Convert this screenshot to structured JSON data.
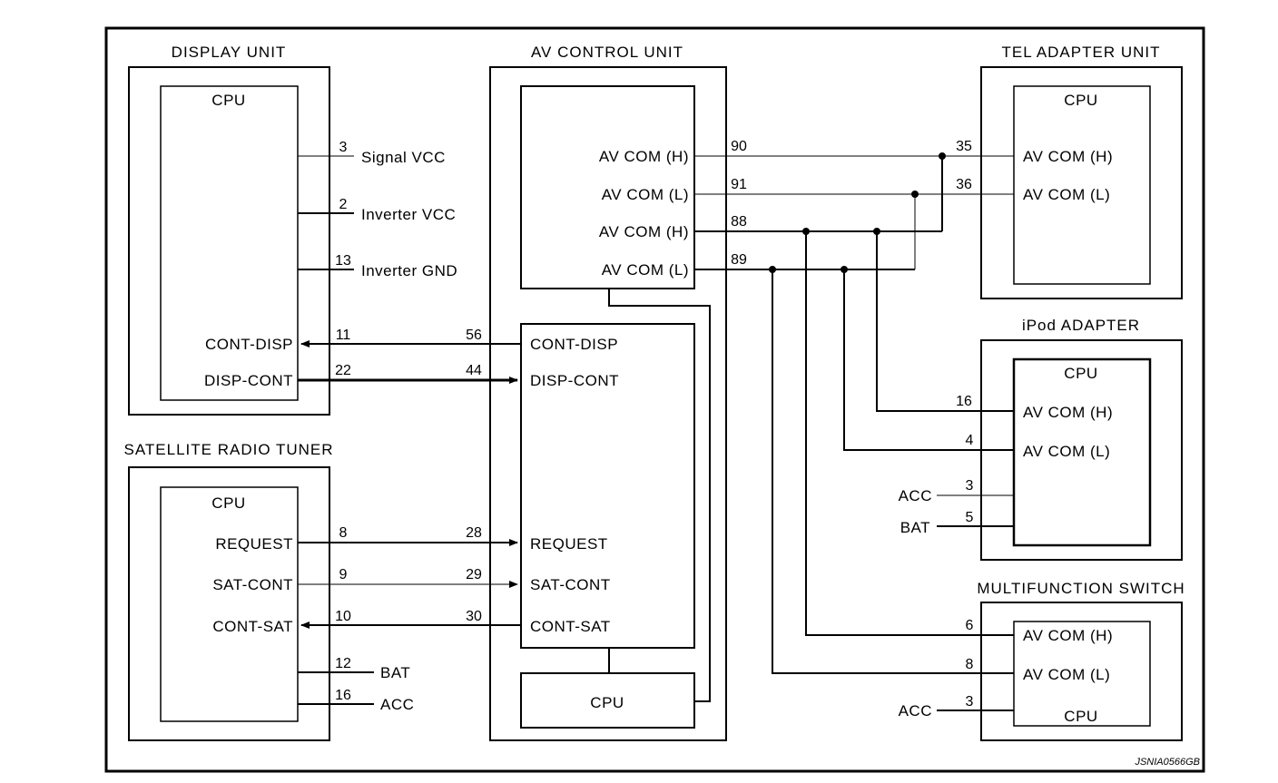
{
  "code": "JSNIA0566GB",
  "display_unit": {
    "title": "DISPLAY UNIT",
    "cpu": "CPU",
    "pins": [
      {
        "num": "3",
        "label": "Signal VCC"
      },
      {
        "num": "2",
        "label": "Inverter VCC"
      },
      {
        "num": "13",
        "label": "Inverter GND"
      },
      {
        "num": "11",
        "label": "CONT-DISP"
      },
      {
        "num": "22",
        "label": "DISP-CONT"
      }
    ]
  },
  "satellite": {
    "title": "SATELLITE RADIO TUNER",
    "cpu": "CPU",
    "pins": [
      {
        "num": "8",
        "label": "REQUEST"
      },
      {
        "num": "9",
        "label": "SAT-CONT"
      },
      {
        "num": "10",
        "label": "CONT-SAT"
      },
      {
        "num": "12",
        "label": "BAT"
      },
      {
        "num": "16",
        "label": "ACC"
      }
    ]
  },
  "av_control": {
    "title": "AV CONTROL UNIT",
    "cpu": "CPU",
    "com_pins": [
      {
        "num": "90",
        "label": "AV COM (H)"
      },
      {
        "num": "91",
        "label": "AV COM (L)"
      },
      {
        "num": "88",
        "label": "AV COM (H)"
      },
      {
        "num": "89",
        "label": "AV COM (L)"
      }
    ],
    "io_pins": [
      {
        "num": "56",
        "label": "CONT-DISP"
      },
      {
        "num": "44",
        "label": "DISP-CONT"
      },
      {
        "num": "28",
        "label": "REQUEST"
      },
      {
        "num": "29",
        "label": "SAT-CONT"
      },
      {
        "num": "30",
        "label": "CONT-SAT"
      }
    ]
  },
  "tel_adapter": {
    "title": "TEL ADAPTER UNIT",
    "cpu": "CPU",
    "pins": [
      {
        "num": "35",
        "label": "AV COM (H)"
      },
      {
        "num": "36",
        "label": "AV COM (L)"
      }
    ]
  },
  "ipod_adapter": {
    "title": "iPod ADAPTER",
    "cpu": "CPU",
    "pins": [
      {
        "num": "16",
        "label": "AV COM (H)"
      },
      {
        "num": "4",
        "label": "AV COM (L)"
      },
      {
        "num": "3",
        "label": "ACC"
      },
      {
        "num": "5",
        "label": "BAT"
      }
    ]
  },
  "multifunction": {
    "title": "MULTIFUNCTION SWITCH",
    "cpu": "CPU",
    "pins": [
      {
        "num": "6",
        "label": "AV COM (H)"
      },
      {
        "num": "8",
        "label": "AV COM (L)"
      },
      {
        "num": "3",
        "label": "ACC"
      }
    ]
  }
}
